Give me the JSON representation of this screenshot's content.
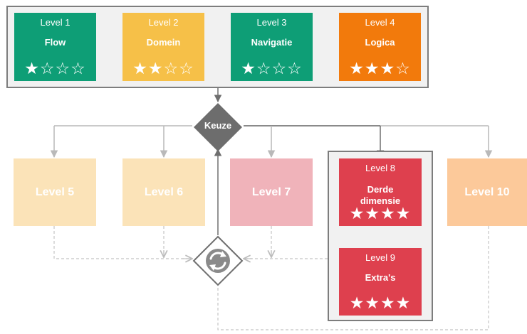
{
  "top_levels": [
    {
      "level": "Level 1",
      "name": "Flow",
      "stars": "★☆☆☆",
      "color": "#0e9e76"
    },
    {
      "level": "Level 2",
      "name": "Domein",
      "stars": "★★☆☆",
      "color": "#f6c048"
    },
    {
      "level": "Level 3",
      "name": "Navigatie",
      "stars": "★☆☆☆",
      "color": "#0e9e76"
    },
    {
      "level": "Level 4",
      "name": "Logica",
      "stars": "★★★☆",
      "color": "#f27a0c"
    }
  ],
  "decision": {
    "label": "Keuze",
    "color": "#6d6d6d"
  },
  "choice_levels": [
    {
      "label": "Level 5",
      "color": "#fbe3b8"
    },
    {
      "label": "Level 6",
      "color": "#fbe3b8"
    },
    {
      "label": "Level 7",
      "color": "#f0b3ba"
    },
    {
      "label": "Level 10",
      "color": "#fcc99a"
    }
  ],
  "advanced_levels": [
    {
      "level": "Level 8",
      "name_line1": "Derde",
      "name_line2": "dimensie",
      "stars": "★★★★",
      "color": "#de404e"
    },
    {
      "level": "Level 9",
      "name": "Extra's",
      "stars": "★★★★",
      "color": "#de404e"
    }
  ],
  "cycle_icon": "refresh-cycle-icon"
}
